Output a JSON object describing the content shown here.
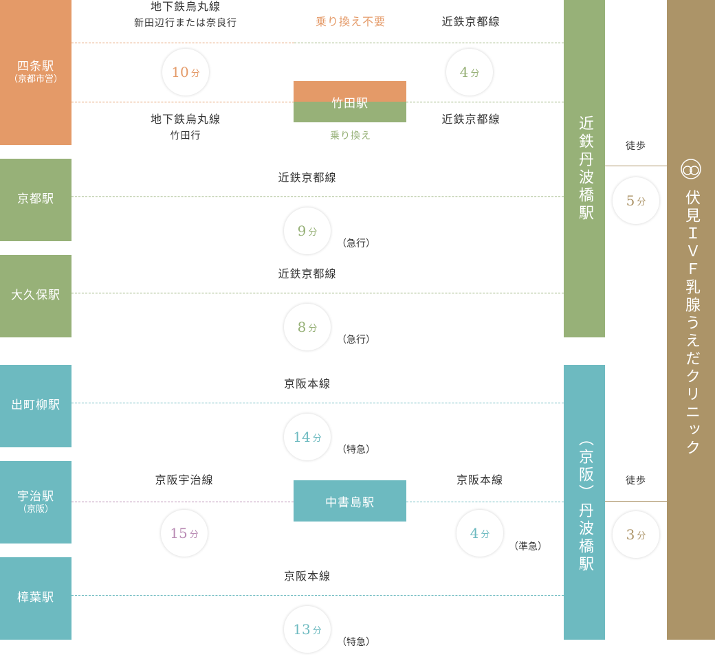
{
  "stations": {
    "shijo": {
      "name": "四条駅",
      "sub": "（京都市営）"
    },
    "kyoto": {
      "name": "京都駅"
    },
    "okubo": {
      "name": "大久保駅"
    },
    "demachiyanagi": {
      "name": "出町柳駅"
    },
    "uji": {
      "name": "宇治駅",
      "sub": "（京阪）"
    },
    "kuzuha": {
      "name": "樟葉駅"
    }
  },
  "hubs": {
    "takeda": "竹田駅",
    "chushojima": "中書島駅"
  },
  "destinations": {
    "kintetsu_tambabashi": "近鉄丹波橋駅",
    "keihan_tambabashi": "（京阪）丹波橋駅",
    "clinic": "伏見ＩＶＦ乳腺うえだクリニック"
  },
  "routes": {
    "shijo_top_line": "地下鉄烏丸線",
    "shijo_top_dest": "新田辺行または奈良行",
    "shijo_top_transfer": "乗り換え不要",
    "shijo_top_right": "近鉄京都線",
    "shijo_top_time": "10",
    "shijo_right_time": "4",
    "shijo_bottom_line": "地下鉄烏丸線",
    "shijo_bottom_dest": "竹田行",
    "shijo_bottom_transfer": "乗り換え",
    "shijo_bottom_right": "近鉄京都線",
    "kyoto_line": "近鉄京都線",
    "kyoto_time": "9",
    "kyoto_note": "（急行）",
    "okubo_line": "近鉄京都線",
    "okubo_time": "8",
    "okubo_note": "（急行）",
    "demachi_line": "京阪本線",
    "demachi_time": "14",
    "demachi_note": "（特急）",
    "uji_line": "京阪宇治線",
    "uji_time": "15",
    "uji_right_line": "京阪本線",
    "uji_right_time": "4",
    "uji_right_note": "（準急）",
    "kuzuha_line": "京阪本線",
    "kuzuha_time": "13",
    "kuzuha_note": "（特急）",
    "walk_label": "徒歩",
    "walk_kintetsu_time": "5",
    "walk_keihan_time": "3",
    "unit": "分"
  },
  "colors": {
    "karasuma": "#e49a68",
    "kintetsu": "#97b178",
    "keihan": "#6dbac0",
    "uji_line": "#b98bb4",
    "clinic": "#ac9468"
  },
  "icons": {
    "clinic_logo": "double-loop-logo-icon"
  }
}
